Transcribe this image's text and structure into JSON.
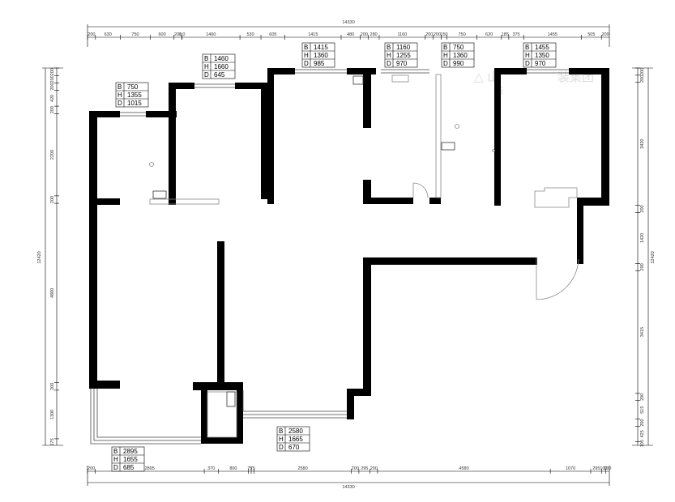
{
  "dimensions": {
    "top_total": "14330",
    "top_segments": [
      "200",
      "630",
      "750",
      "600",
      "200",
      "1:0",
      "1460",
      "530",
      "605",
      "1415",
      "480",
      "200",
      "280",
      "1160",
      "200",
      "200",
      "150",
      "750",
      "620",
      "185",
      "375",
      "1455",
      "505",
      "200"
    ],
    "bottom_total": "14330",
    "bottom_segments": [
      "200",
      "2895",
      "370",
      "800",
      "75",
      "75",
      "2580",
      "200",
      "295",
      "200",
      "4580",
      "1070",
      "295",
      "100",
      "100"
    ],
    "left_total": "12420",
    "left_segments": [
      "200",
      "200",
      "200",
      "420",
      "200",
      "2200",
      "200",
      "4800",
      "200",
      "1300",
      "175"
    ],
    "right_total": "12420",
    "right_segments": [
      "200",
      "200",
      "3420",
      "200",
      "1420",
      "200",
      "3415",
      "200",
      "515",
      "200",
      "425",
      "105"
    ]
  },
  "window_tags": [
    {
      "id": "w1",
      "B": "750",
      "H": "1355",
      "D": "1015"
    },
    {
      "id": "w2",
      "B": "1460",
      "H": "1660",
      "D": "645"
    },
    {
      "id": "w3",
      "B": "1415",
      "H": "1360",
      "D": "985"
    },
    {
      "id": "w4",
      "B": "1160",
      "H": "1255",
      "D": "970"
    },
    {
      "id": "w5",
      "B": "750",
      "H": "1360",
      "D": "990"
    },
    {
      "id": "w6",
      "B": "1455",
      "H": "1350",
      "D": "970"
    },
    {
      "id": "w7",
      "B": "2580",
      "H": "1665",
      "D": "670"
    },
    {
      "id": "w8",
      "B": "2895",
      "H": "1655",
      "D": "685"
    }
  ],
  "tag_keys": {
    "b": "B",
    "h": "H",
    "d": "D"
  },
  "watermark": {
    "text1": "△ 山",
    "text2": "装集团",
    "text3": "西"
  }
}
